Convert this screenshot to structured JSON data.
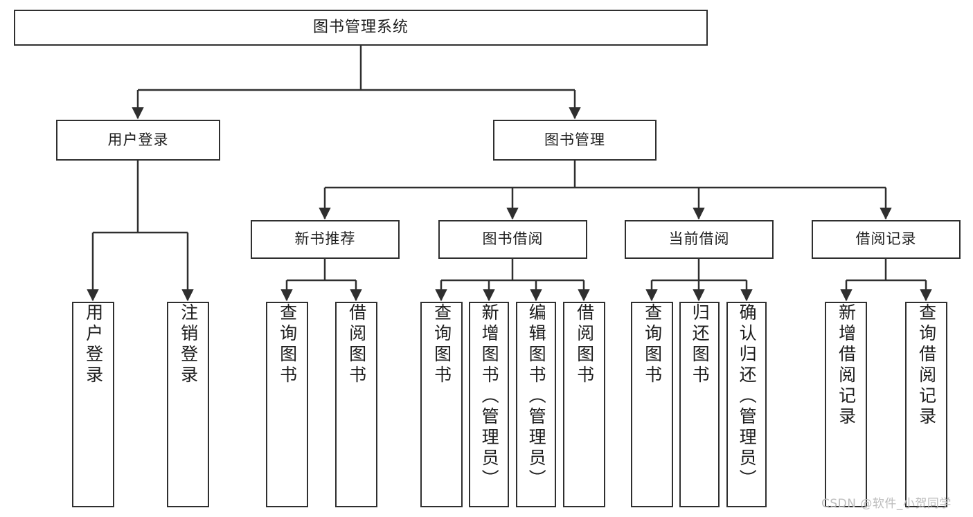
{
  "diagram": {
    "type": "tree-hierarchy",
    "title": "图书管理系统",
    "watermark": "CSDN @软件_小贺同学",
    "root": {
      "id": "root",
      "label": "图书管理系统"
    },
    "level2": [
      {
        "id": "user-login",
        "label": "用户登录"
      },
      {
        "id": "book-manage",
        "label": "图书管理"
      }
    ],
    "level3": [
      {
        "id": "new-book-rec",
        "label": "新书推荐",
        "parent": "book-manage"
      },
      {
        "id": "book-borrow",
        "label": "图书借阅",
        "parent": "book-manage"
      },
      {
        "id": "current-borrow",
        "label": "当前借阅",
        "parent": "book-manage"
      },
      {
        "id": "borrow-record",
        "label": "借阅记录",
        "parent": "book-manage"
      }
    ],
    "leaves": {
      "user-login": [
        {
          "id": "leaf-user-login",
          "label": "用户登录"
        },
        {
          "id": "leaf-user-logout",
          "label": "注销登录"
        }
      ],
      "new-book-rec": [
        {
          "id": "leaf-query-book-1",
          "label": "查询图书"
        },
        {
          "id": "leaf-borrow-book-1",
          "label": "借阅图书"
        }
      ],
      "book-borrow": [
        {
          "id": "leaf-query-book-2",
          "label": "查询图书"
        },
        {
          "id": "leaf-add-book",
          "label": "新增图书（管理员）"
        },
        {
          "id": "leaf-edit-book",
          "label": "编辑图书（管理员）"
        },
        {
          "id": "leaf-borrow-book-2",
          "label": "借阅图书"
        }
      ],
      "current-borrow": [
        {
          "id": "leaf-query-book-3",
          "label": "查询图书"
        },
        {
          "id": "leaf-return-book",
          "label": "归还图书"
        },
        {
          "id": "leaf-confirm-return",
          "label": "确认归还（管理员）"
        }
      ],
      "borrow-record": [
        {
          "id": "leaf-add-record",
          "label": "新增借阅记录"
        },
        {
          "id": "leaf-query-record",
          "label": "查询借阅记录"
        }
      ]
    },
    "colors": {
      "stroke": "#2f2f2f",
      "fill": "#ffffff",
      "text": "#1d1d1d",
      "watermark": "#bcbcbc"
    }
  }
}
